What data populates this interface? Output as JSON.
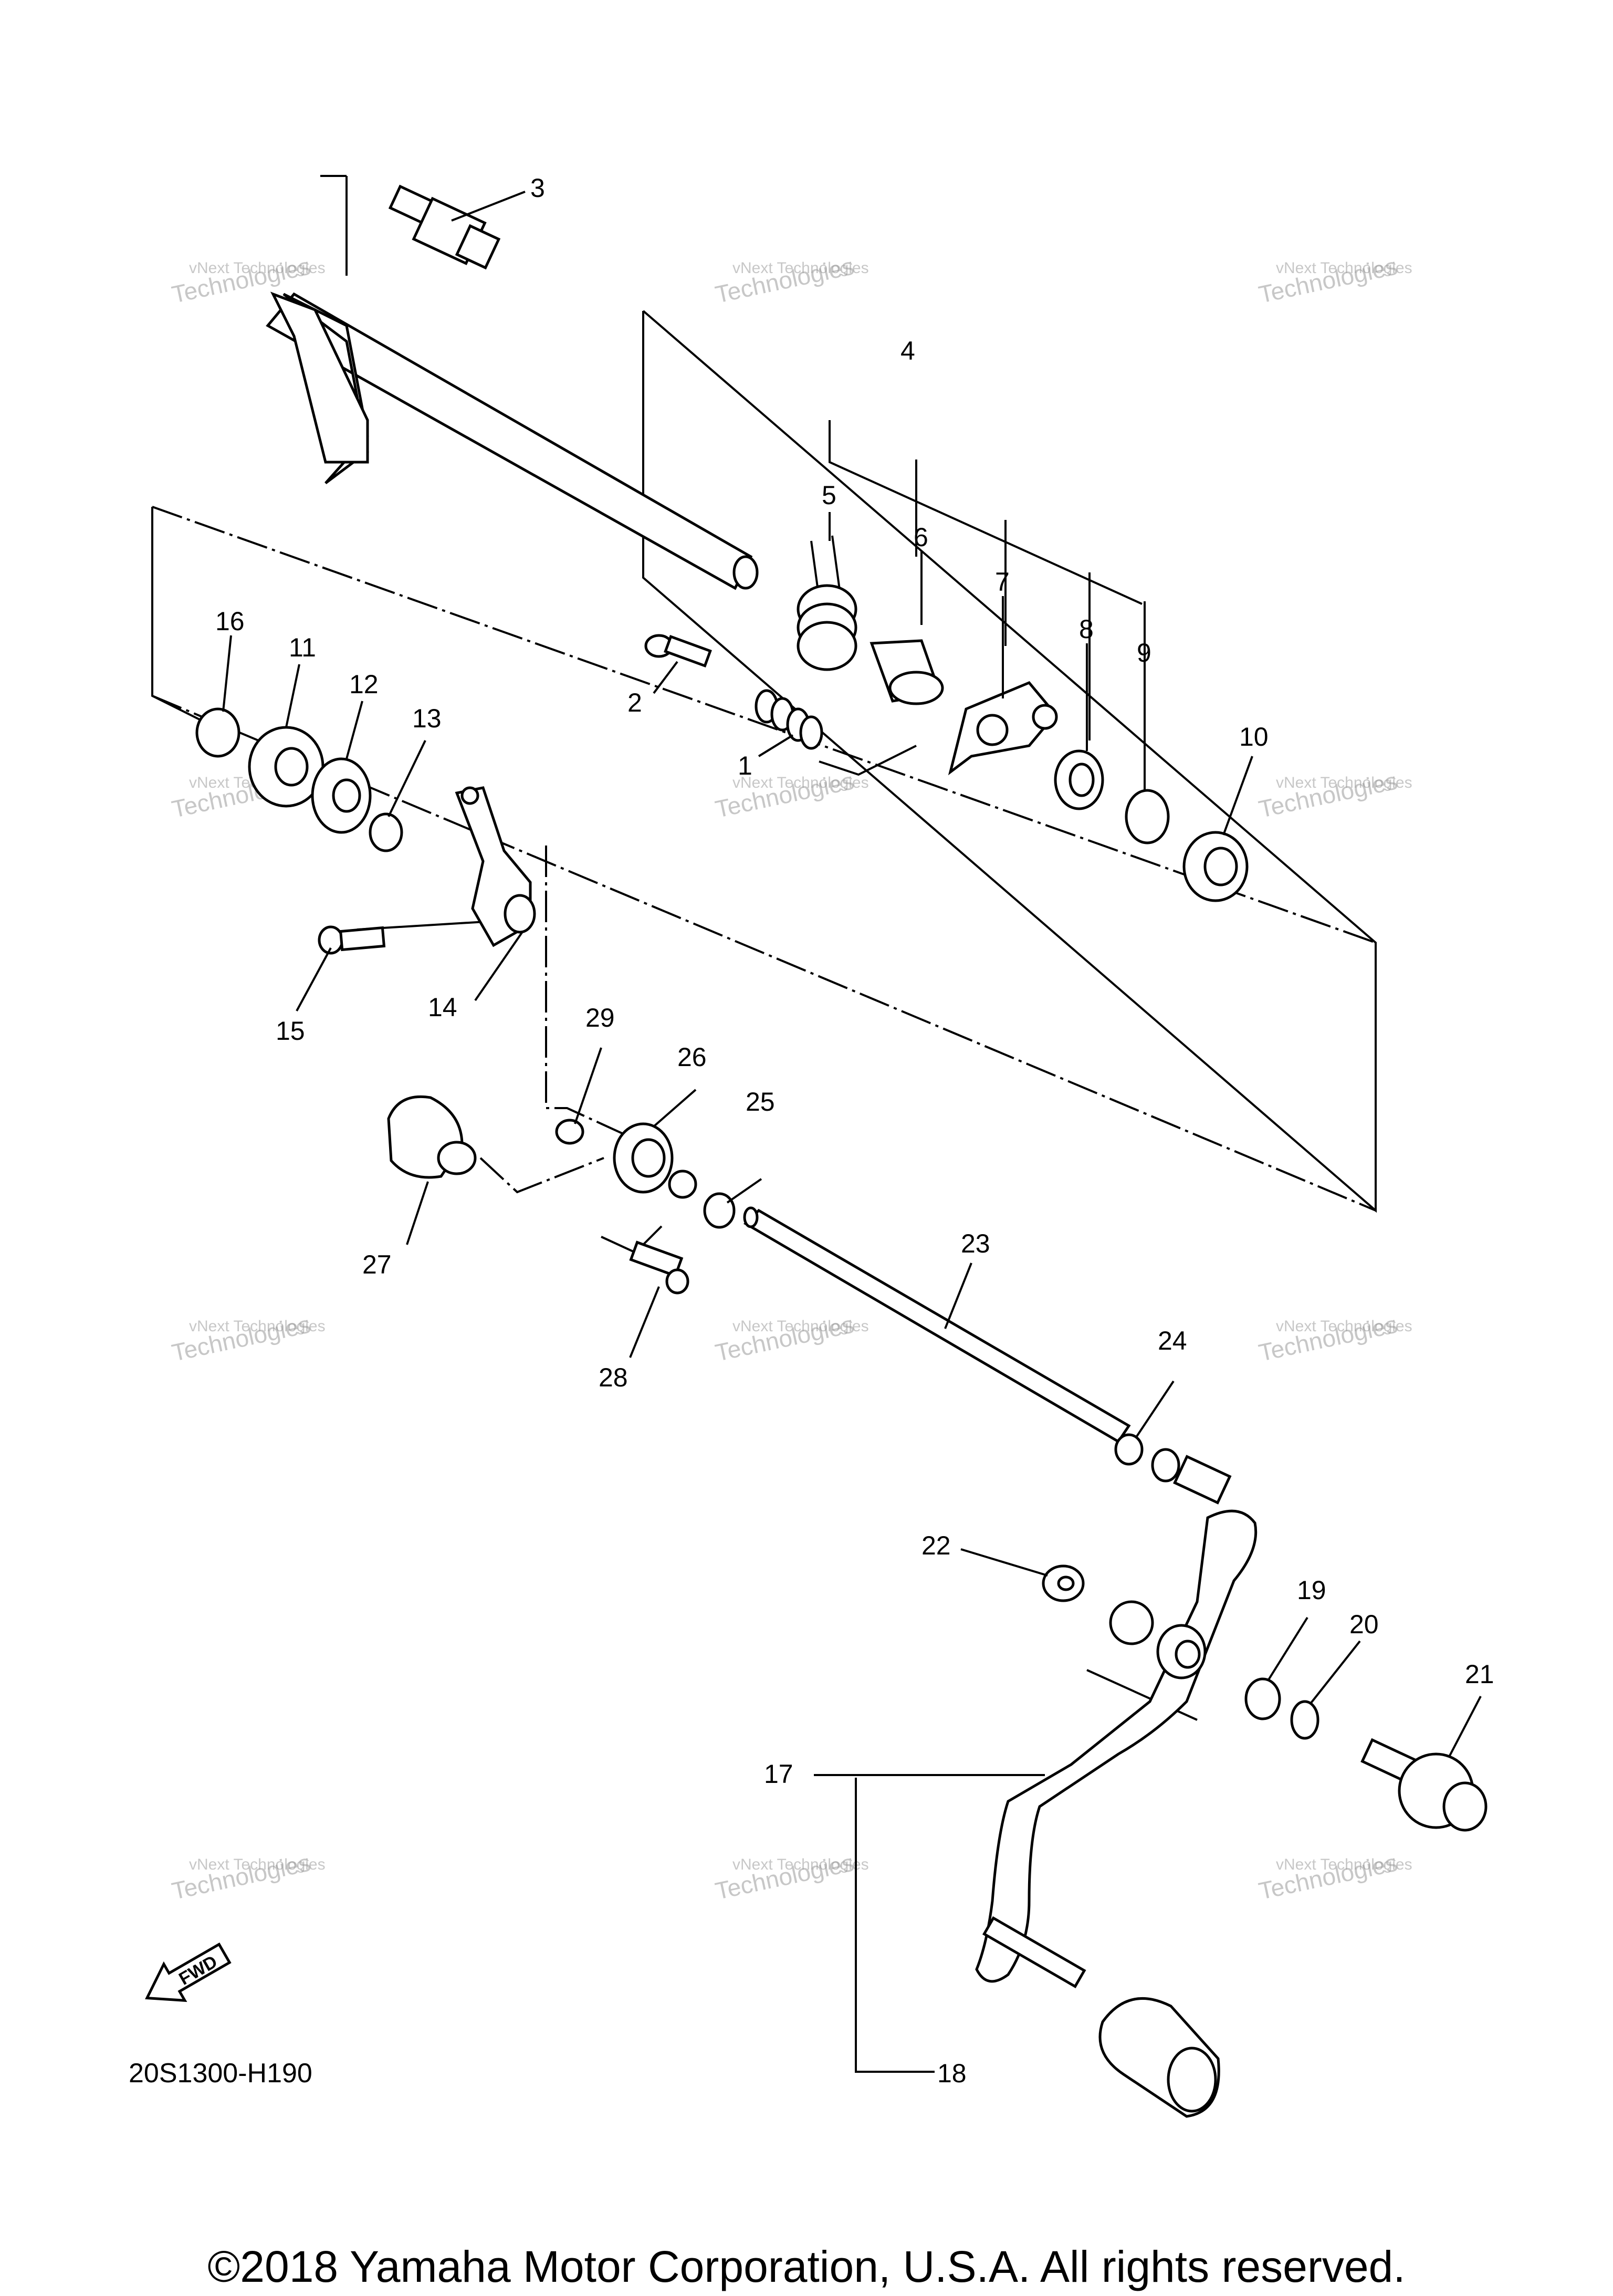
{
  "diagram": {
    "drawing_code": "20S1300-H190",
    "fwd_label": "FWD",
    "watermark_line1": "vNext Technologies",
    "watermark_line2": "Technologies",
    "copyright": "©2018 Yamaha Motor Corporation, U.S.A. All rights reserved.",
    "callouts": [
      "1",
      "2",
      "3",
      "4",
      "5",
      "6",
      "7",
      "8",
      "9",
      "10",
      "11",
      "12",
      "13",
      "14",
      "15",
      "16",
      "17",
      "18",
      "19",
      "20",
      "21",
      "22",
      "23",
      "24",
      "25",
      "26",
      "27",
      "28",
      "29"
    ]
  }
}
